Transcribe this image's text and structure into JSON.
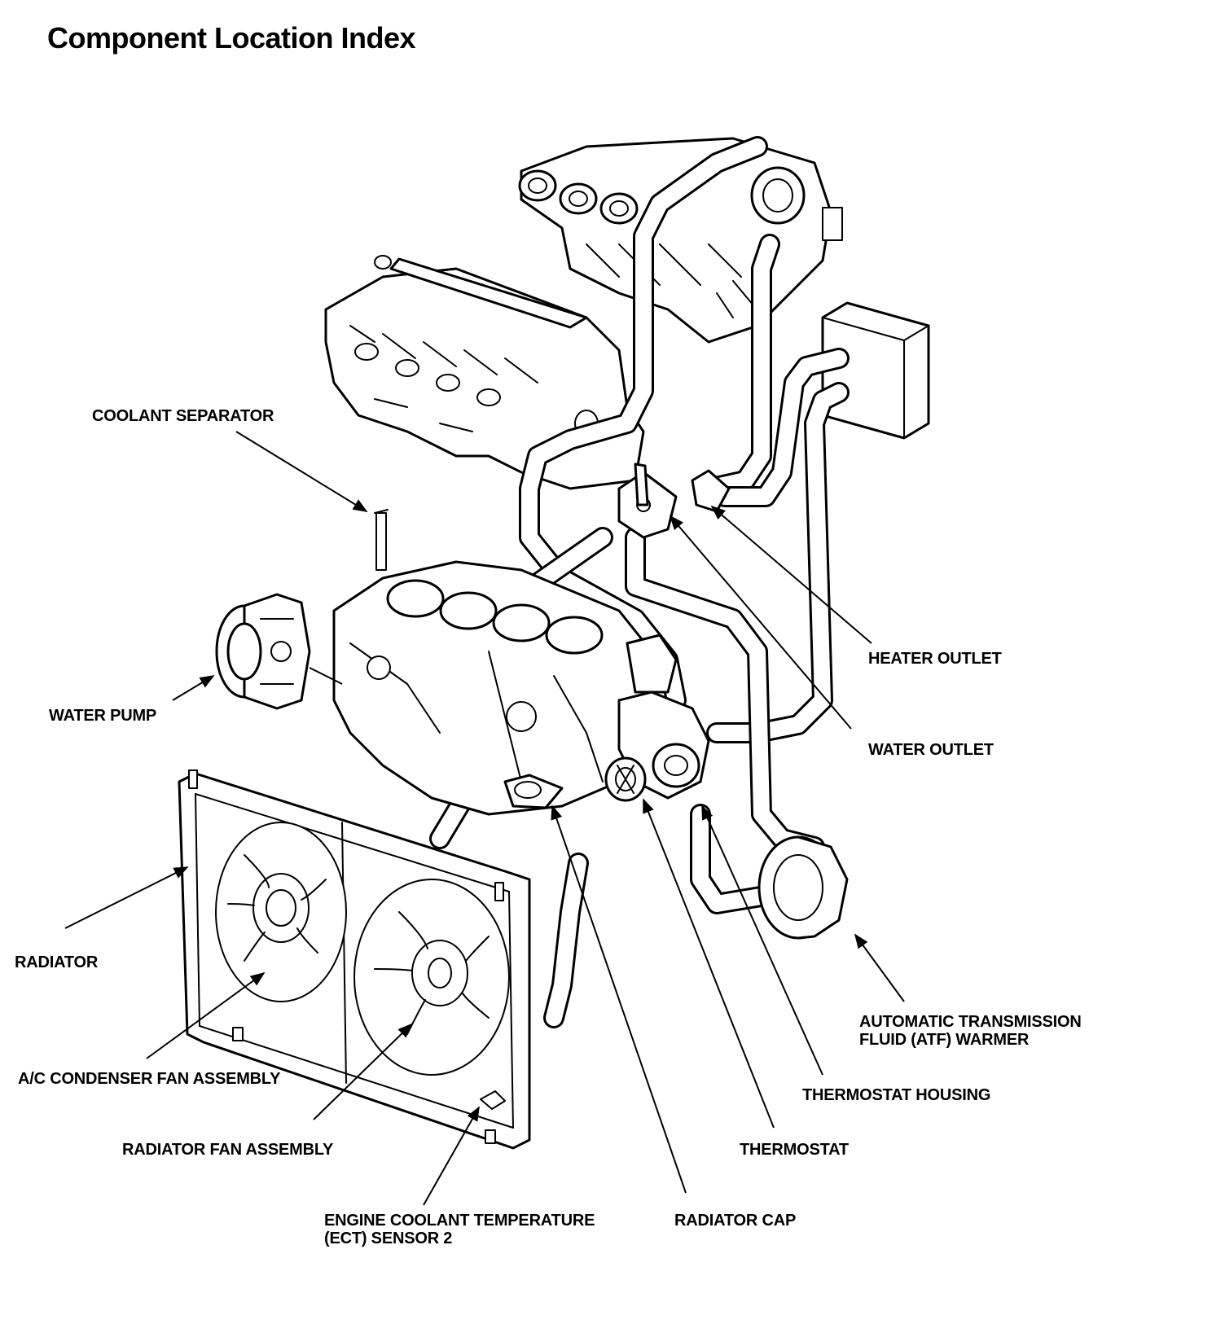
{
  "title": "Component Location Index",
  "labels": {
    "coolant_separator": "COOLANT SEPARATOR",
    "water_pump": "WATER PUMP",
    "radiator": "RADIATOR",
    "ac_condenser_fan": "A/C CONDENSER FAN ASSEMBLY",
    "radiator_fan": "RADIATOR FAN ASSEMBLY",
    "ect_sensor_line1": "ENGINE COOLANT TEMPERATURE",
    "ect_sensor_line2": "(ECT) SENSOR 2",
    "radiator_cap": "RADIATOR CAP",
    "thermostat": "THERMOSTAT",
    "thermostat_housing": "THERMOSTAT HOUSING",
    "atf_warmer_line1": "AUTOMATIC TRANSMISSION",
    "atf_warmer_line2": "FLUID (ATF) WARMER",
    "water_outlet": "WATER OUTLET",
    "heater_outlet": "HEATER OUTLET"
  }
}
